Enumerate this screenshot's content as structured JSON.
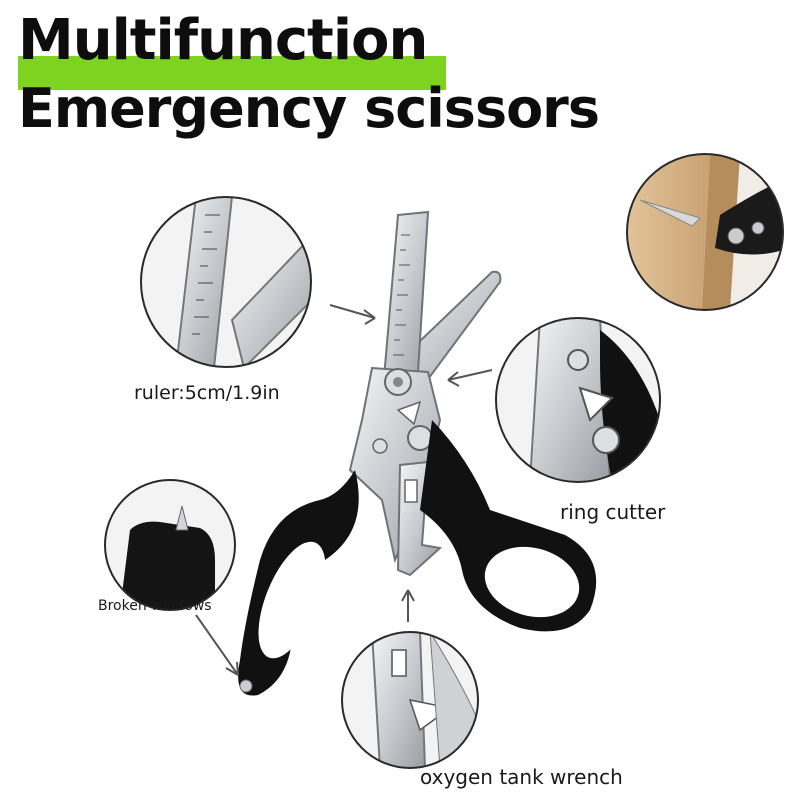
{
  "title": {
    "line1": "Multifunction",
    "line2": "Emergency scissors"
  },
  "callouts": {
    "ruler": "ruler:5cm/1.9in",
    "ring_cutter": "ring cutter",
    "broken_windows": "Broken windows",
    "oxygen_wrench": "oxygen tank wrench"
  },
  "colors": {
    "highlight": "#7ed321",
    "handle": "#111111",
    "steel": "#c9ccd0"
  }
}
